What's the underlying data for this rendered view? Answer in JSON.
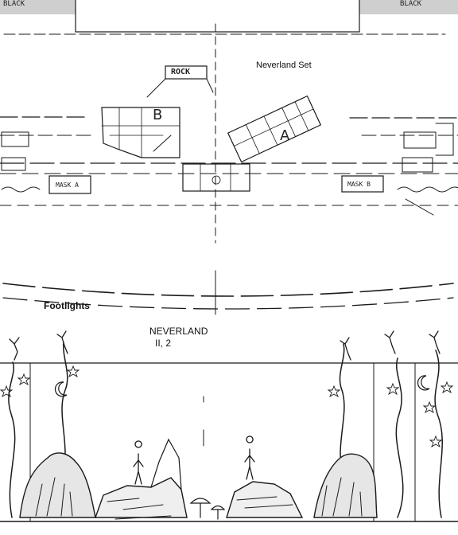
{
  "plan": {
    "title": "Neverland Set",
    "corner_left": "BLACK",
    "corner_right": "BLACK",
    "rock_label": "ROCK",
    "platform_b": "B",
    "platform_a": "A",
    "mask_a": "MASK A",
    "mask_b": "MASK B",
    "footlights": "Footlights"
  },
  "elevation": {
    "title": "NEVERLAND",
    "scene": "II, 2"
  }
}
